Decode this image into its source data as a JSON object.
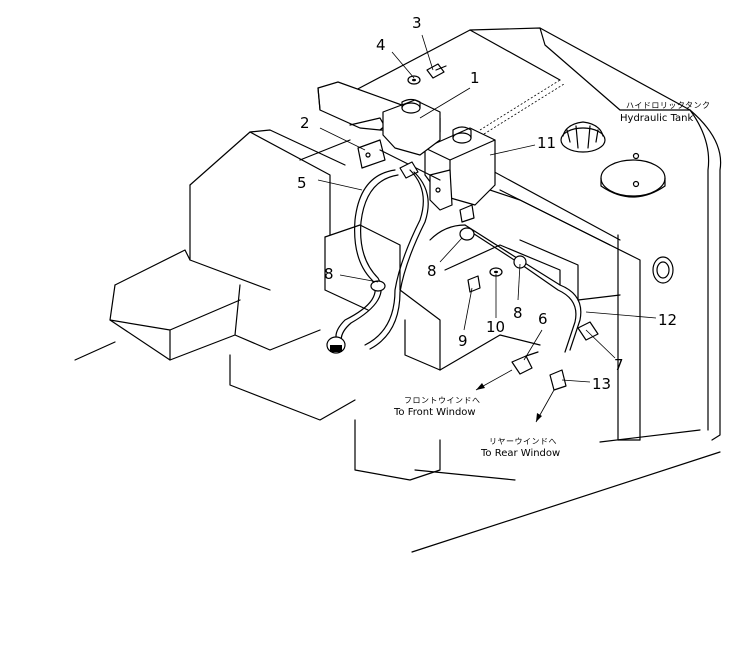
{
  "callouts": {
    "c1": "1",
    "c2": "2",
    "c3": "3",
    "c4": "4",
    "c5": "5",
    "c6": "6",
    "c7": "7",
    "c8a": "8",
    "c8b": "8",
    "c8c": "8",
    "c9": "9",
    "c10": "10",
    "c11": "11",
    "c12": "12",
    "c13": "13"
  },
  "labels": {
    "hydraulic_tank_jp": "ハイドロリックタンク",
    "hydraulic_tank_en": "Hydraulic Tank",
    "front_window_jp": "フロントウインドへ",
    "front_window_en": "To Front Window",
    "rear_window_jp": "リヤーウインドへ",
    "rear_window_en": "To Rear Window"
  }
}
